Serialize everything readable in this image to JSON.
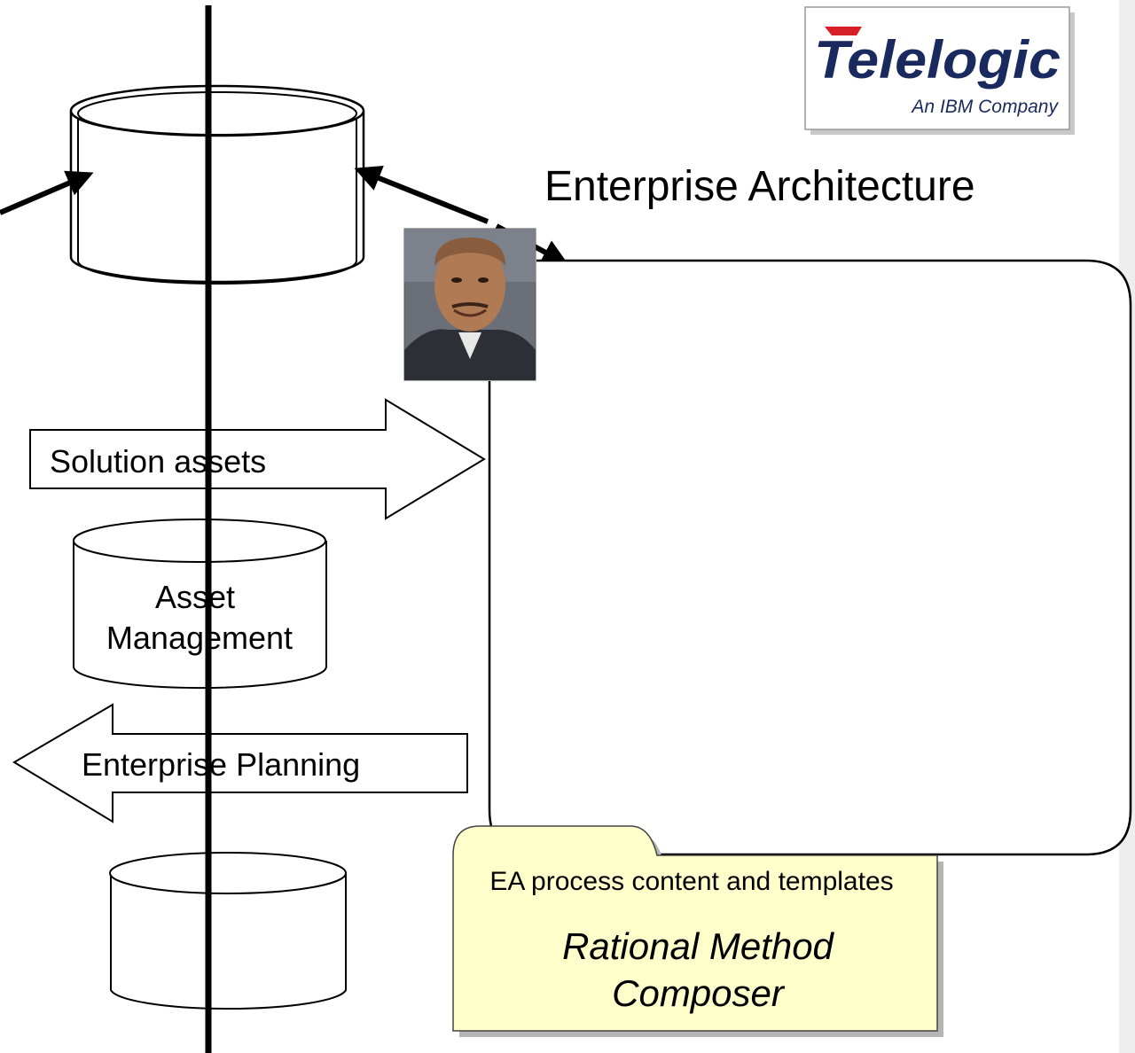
{
  "logo": {
    "name": "Telelogic",
    "tagline": "An IBM Company",
    "brand_color": "#1a2a5e",
    "accent_color": "#d61f26"
  },
  "title": "Enterprise Architecture",
  "arrows": {
    "solution_assets": "Solution assets",
    "enterprise_planning": "Enterprise Planning"
  },
  "stores": {
    "asset_management": [
      "Asset",
      "Management"
    ]
  },
  "note": {
    "line1": "EA process content and templates",
    "product_line1": "Rational Method",
    "product_line2": "Composer",
    "fill_color": "#ffffcc"
  },
  "colors": {
    "stroke": "#000000",
    "background": "#ffffff"
  }
}
